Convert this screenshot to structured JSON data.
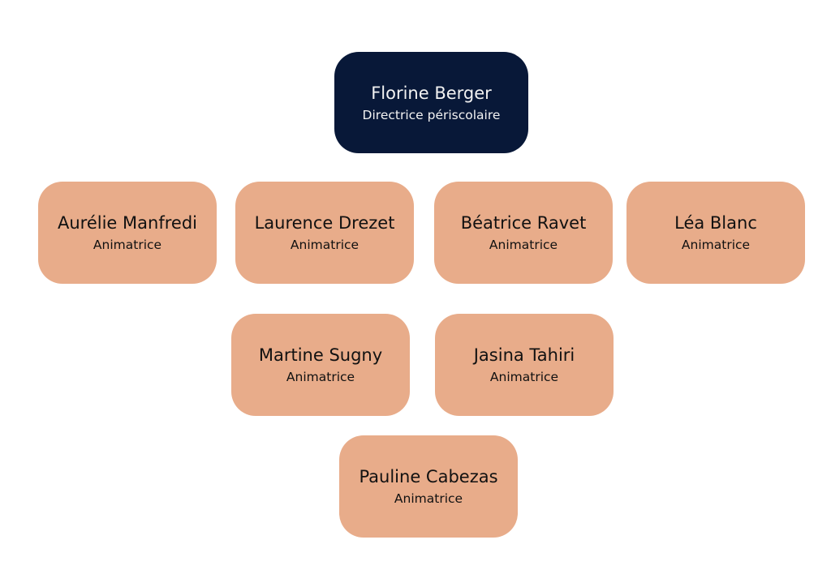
{
  "director": {
    "name": "Florine Berger",
    "role": "Directrice périscolaire"
  },
  "staff": [
    {
      "name": "Aurélie Manfredi",
      "role": "Animatrice"
    },
    {
      "name": "Laurence Drezet",
      "role": "Animatrice"
    },
    {
      "name": "Béatrice Ravet",
      "role": "Animatrice"
    },
    {
      "name": "Léa Blanc",
      "role": "Animatrice"
    },
    {
      "name": "Martine Sugny",
      "role": "Animatrice"
    },
    {
      "name": "Jasina Tahiri",
      "role": "Animatrice"
    },
    {
      "name": "Pauline Cabezas",
      "role": "Animatrice"
    }
  ],
  "colors": {
    "director_bg": "#081838",
    "staff_bg": "#e8ac8a"
  }
}
